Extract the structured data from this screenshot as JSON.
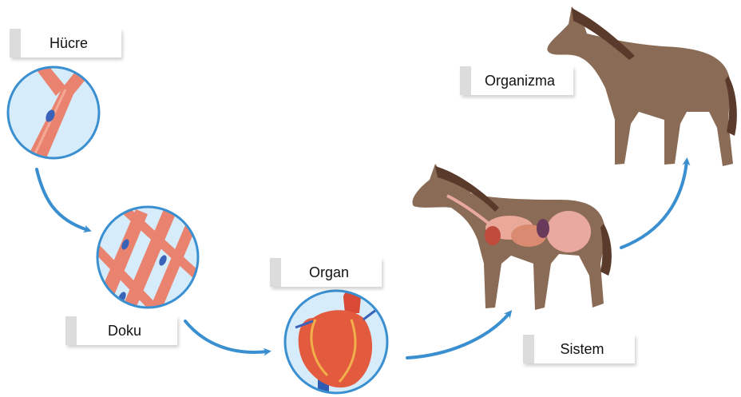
{
  "labels": {
    "cell": "Hücre",
    "tissue": "Doku",
    "organ": "Organ",
    "system": "Sistem",
    "organism": "Organizma"
  },
  "colors": {
    "arrow": "#3a8fd0",
    "circle_border": "#3a8fd0",
    "circle_fill": "#d7ecfa",
    "muscle": "#e9836f",
    "nucleus": "#3a62b8",
    "horse_body": "#8a6b55",
    "horse_mane": "#5a3a2a",
    "heart": "#e35b3f"
  },
  "icons": [
    "cell-circle",
    "tissue-circle",
    "heart-circle",
    "horse-with-organs",
    "horse"
  ]
}
